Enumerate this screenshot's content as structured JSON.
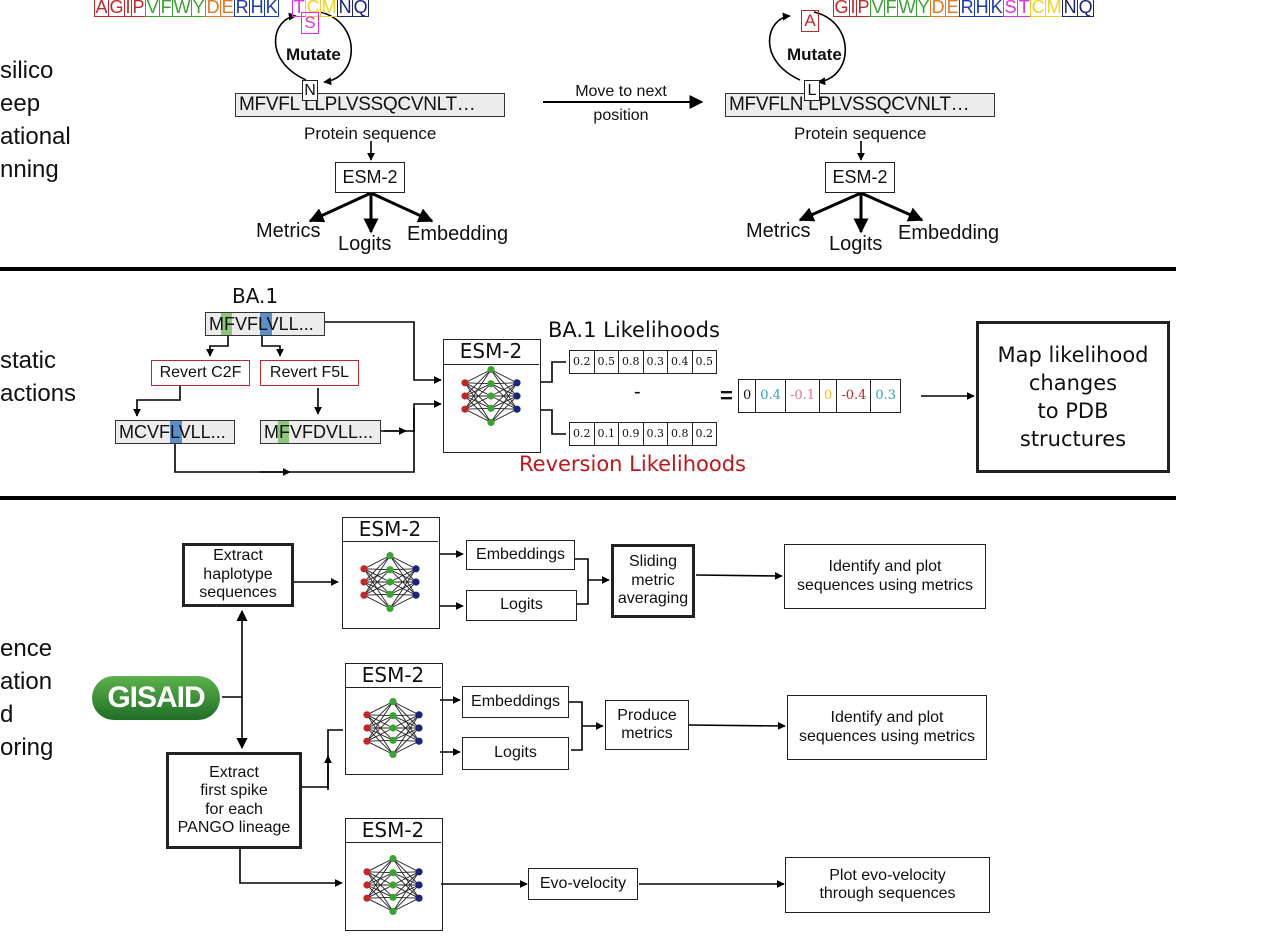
{
  "colors": {
    "red": "#c0282a",
    "green": "#3aa430",
    "orange": "#e87720",
    "blue": "#1a3bb7",
    "magenta": "#e030e0",
    "yellow": "#f2d21a",
    "navy": "#1a237e",
    "reversion": "#c0161a",
    "highlight_green": "#8fc77a",
    "highlight_blue": "#5a8fc8",
    "cyan": "#2aa3c9",
    "pink": "#e07a8a",
    "gold": "#f2c018"
  },
  "section1": {
    "side_label": [
      "silico",
      "eep",
      "ational",
      "nning"
    ],
    "mutate_label": "Mutate",
    "amino_acids": [
      "A",
      "G",
      "I",
      "P",
      "V",
      "F",
      "W",
      "Y",
      "D",
      "E",
      "R",
      "H",
      "K",
      "S",
      "T",
      "C",
      "M",
      "N",
      "Q"
    ],
    "left": {
      "sequence": "MFVFL LLPLVSSQCVNLT…",
      "candidate_top": "S",
      "candidate_cell": "N"
    },
    "right": {
      "sequence": "MFVFLN LPLVSSQCVNLT…",
      "candidate_top": "A",
      "candidate_cell": "L"
    },
    "protein_sequence_label": "Protein sequence",
    "esm_label": "ESM-2",
    "outputs": [
      "Metrics",
      "Logits",
      "Embedding"
    ],
    "move_label": "Move to next position"
  },
  "section2": {
    "side_label": [
      "static",
      "actions"
    ],
    "ba1_title": "BA.1",
    "ba1_seq": "MFVFLVLL...",
    "revert_left": "Revert C2F",
    "revert_right": "Revert F5L",
    "seq_left": "MCVFLVLL...",
    "seq_right": "MFVFDVLL...",
    "esm_label": "ESM-2",
    "ba1_likelihoods_title": "BA.1 Likelihoods",
    "ba1_values": [
      "0.2",
      "0.5",
      "0.8",
      "0.3",
      "0.4",
      "0.5"
    ],
    "reversion_values": [
      "0.2",
      "0.1",
      "0.9",
      "0.3",
      "0.8",
      "0.2"
    ],
    "reversion_title": "Reversion Likelihoods",
    "minus": "-",
    "equals": "=",
    "diff_values": [
      "0",
      "0.4",
      "-0.1",
      "0",
      "-0.4",
      "0.3"
    ],
    "map_box": [
      "Map likelihood",
      "changes",
      "to PDB",
      "structures"
    ]
  },
  "section3": {
    "side_label": [
      "ence",
      "ation",
      "d",
      "oring"
    ],
    "logo": "GISAID",
    "extract_haplotype": [
      "Extract",
      "haplotype",
      "sequences"
    ],
    "extract_first": [
      "Extract",
      "first spike",
      "for each",
      "PANGO lineage"
    ],
    "esm_label": "ESM-2",
    "embeddings": "Embeddings",
    "logits": "Logits",
    "sliding": [
      "Sliding",
      "metric",
      "averaging"
    ],
    "produce": [
      "Produce",
      "metrics"
    ],
    "identify_top": [
      "Identify and plot",
      "sequences using metrics"
    ],
    "identify_mid": [
      "Identify and plot",
      "sequences using metrics"
    ],
    "evo_velocity": "Evo-velocity",
    "plot_evo": [
      "Plot evo-velocity",
      "through sequences"
    ]
  }
}
